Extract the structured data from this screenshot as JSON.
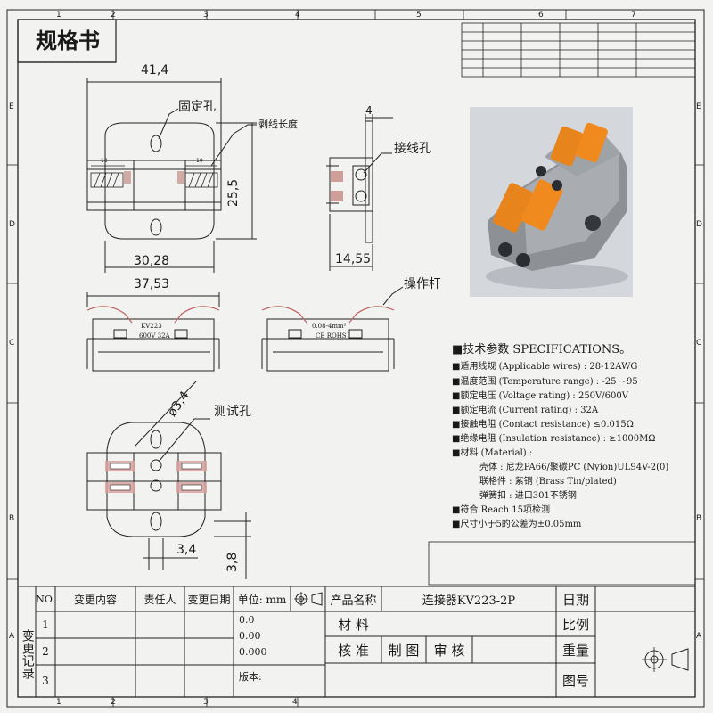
{
  "header": {
    "title": "规格书",
    "ruler_top": [
      "1",
      "2",
      "3",
      "4",
      "5",
      "6",
      "7"
    ],
    "ruler_bottom": [
      "1",
      "2",
      "3",
      "4"
    ],
    "ruler_left": [
      "E",
      "D",
      "C",
      "B",
      "A"
    ],
    "ruler_right": [
      "E",
      "D",
      "C",
      "B",
      "A"
    ]
  },
  "drawing": {
    "top_view": {
      "width": "41,4",
      "height": "25,5",
      "inner_width": "30,28",
      "hole_label": "固定孔",
      "strip_label": "剥线长度",
      "strip_marks": [
        "10",
        "10"
      ]
    },
    "side_view": {
      "thickness": "4",
      "depth": "14,55",
      "entry_label": "接线孔"
    },
    "front_views": {
      "width": "37,53",
      "lever_label": "操作杆",
      "left_marks": [
        "KV223",
        "600V 32A"
      ],
      "right_marks": [
        "0.08-4mm²",
        "CE ROHS"
      ]
    },
    "bottom_view": {
      "hole_dia": "ø3,4",
      "test_label": "测试孔",
      "pitch": "3,4",
      "offset": "3,8"
    }
  },
  "specs": {
    "heading": "■技术参数  SPECIFICATIONS。",
    "lines": [
      "■适用线规 (Applicable wires) : 28-12AWG",
      "■温度范围 (Temperature range) : -25 ~95",
      "■额定电压 (Voltage rating) : 250V/600V",
      "■额定电流 (Current rating) : 32A",
      "■接触电阻 (Contact resistance) ≤0.015Ω",
      "■绝缘电阻 (Insulation resistance) : ≥1000MΩ",
      "■材料 (Material) :",
      "壳体  : 尼龙PA66/聚碳PC (Nyion)UL94V-2(0)",
      "联格件 : 紫铜 (Brass  Tin/plated)",
      "弹簧扣 : 进口301不锈钢",
      "■符合 Reach  15项检测",
      "■尺寸小于5的公差为±0.05mm"
    ]
  },
  "title_block": {
    "side_label": "变更记录",
    "col_no": "NO.",
    "col_content": "变更内容",
    "col_person": "责任人",
    "col_date": "变更日期",
    "unit": "单位: mm",
    "rows": [
      "1",
      "2",
      "3"
    ],
    "tolerances": [
      "0.0",
      "0.00",
      "0.000"
    ],
    "version": "版本:",
    "product_label": "产品名称",
    "product_name": "连接器KV223-2P",
    "material": "材 料",
    "approve": "核 准",
    "draw": "制 图",
    "review": "审 核",
    "date": "日期",
    "scale": "比例",
    "weight": "重量",
    "drawing_no": "图号"
  }
}
